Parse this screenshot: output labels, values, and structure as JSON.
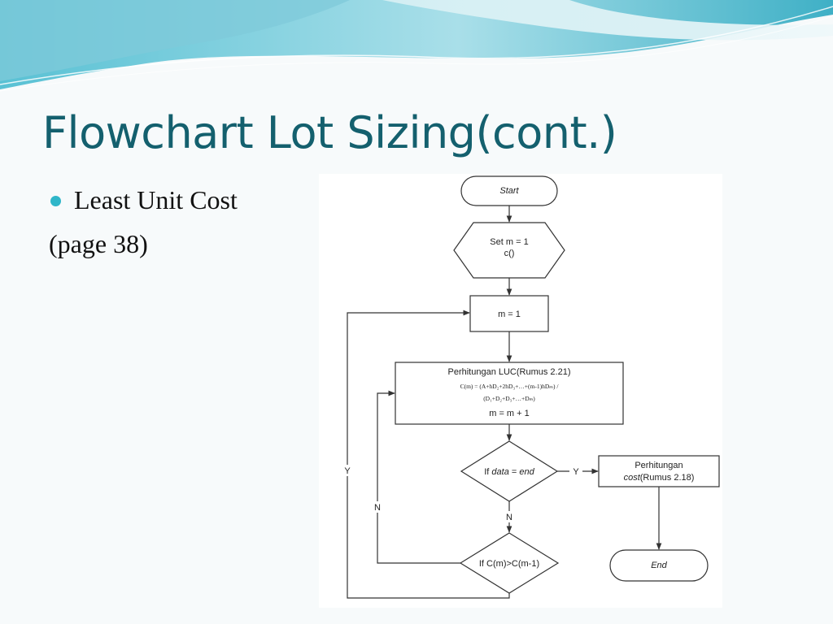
{
  "slide": {
    "title": "Flowchart Lot Sizing(cont.)",
    "bullet": "Least Unit Cost",
    "note": "(page 38)"
  },
  "flowchart": {
    "start": "Start",
    "set_m_line1": "Set m = 1",
    "set_m_line2": "c()",
    "m_reset": "m = 1",
    "calc_title": "Perhitungan LUC(Rumus 2.21)",
    "calc_formula_1": "C(m) = (A+hD₂+2hD₃+…+(m-1)hDₘ) /",
    "calc_formula_2": "(D₁+D₂+D₃+…+Dₘ)",
    "calc_increment": "m = m + 1",
    "decision_data_prefix": "If ",
    "decision_data_var": "data",
    "decision_data_eq": " = ",
    "decision_data_val": "end",
    "cost_line1": "Perhitungan",
    "cost_var": "cost",
    "cost_rest": "(Rumus 2.18)",
    "decision_cost": "If C(m)>C(m-1)",
    "end": "End",
    "label_y_loop": "Y",
    "label_n_loop": "N",
    "label_y_right": "Y",
    "label_n_down": "N"
  },
  "colors": {
    "title": "#14606e",
    "bullet_dot": "#2fb6c9",
    "wave_light": "#bfe6ee",
    "wave_mid": "#7fd0df",
    "wave_dark": "#3fb3c8"
  }
}
